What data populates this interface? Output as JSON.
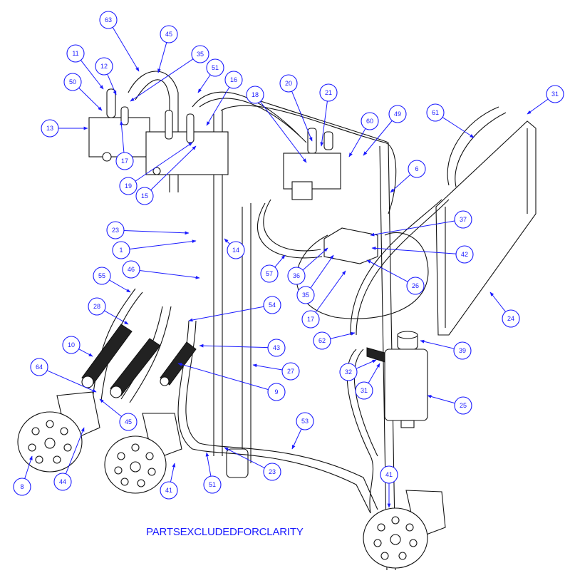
{
  "balloons": [
    "63",
    "45",
    "11",
    "35",
    "12",
    "51",
    "50",
    "16",
    "20",
    "21",
    "18",
    "31",
    "61",
    "49",
    "60",
    "13",
    "17",
    "6",
    "19",
    "15",
    "23",
    "37",
    "1",
    "14",
    "42",
    "57",
    "36",
    "35",
    "26",
    "46",
    "55",
    "17",
    "54",
    "28",
    "24",
    "62",
    "10",
    "43",
    "39",
    "27",
    "32",
    "31",
    "64",
    "9",
    "25",
    "45",
    "53",
    "23",
    "8",
    "44",
    "41",
    "51",
    "41"
  ],
  "footer_note": "PARTS EXCLUDED FOR CLARITY",
  "colors": {
    "callout": "#1a1aff",
    "linework": "#111111"
  }
}
